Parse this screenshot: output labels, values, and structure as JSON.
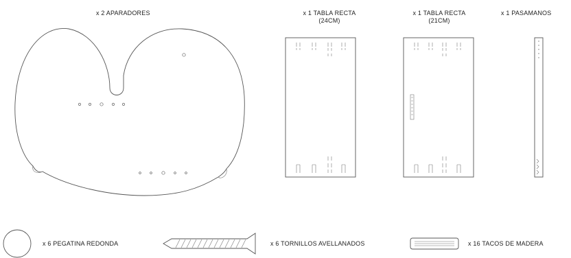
{
  "parts": {
    "aparadores": {
      "qty_label": "x 2 APARADORES"
    },
    "tabla24": {
      "qty_label": "x 1 TABLA RECTA",
      "size_label": "(24CM)"
    },
    "tabla21": {
      "qty_label": "x 1 TABLA RECTA",
      "size_label": "(21CM)"
    },
    "pasamanos": {
      "qty_label": "x 1 PASAMANOS"
    }
  },
  "hardware": {
    "pegatina": {
      "label": "x 6 PEGATINA REDONDA"
    },
    "tornillos": {
      "label": "x 6 TORNILLOS AVELLANADOS"
    },
    "tacos": {
      "label": "x 16 TACOS DE MADERA"
    }
  },
  "colors": {
    "line": "#555555",
    "text": "#222222"
  }
}
